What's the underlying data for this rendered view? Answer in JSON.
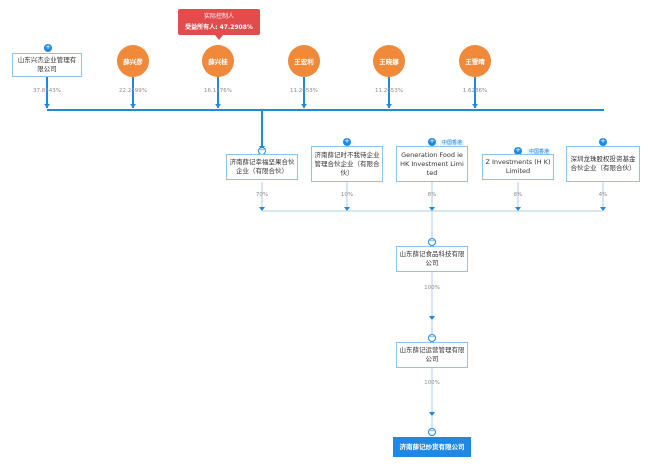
{
  "callout": {
    "title": "实际控制人",
    "beneficiary_label": "受益所有人:",
    "beneficiary_value": "47.2908%"
  },
  "top_shareholders": [
    {
      "name": "山东兴杰企业管理有限公司",
      "kind": "company",
      "pct": "37.8543%"
    },
    {
      "name": "薛兴彦",
      "kind": "person",
      "pct": "22.2499%"
    },
    {
      "name": "薛兴桂",
      "kind": "person",
      "pct": "16.1176%"
    },
    {
      "name": "王宏利",
      "kind": "person",
      "pct": "11.2653%"
    },
    {
      "name": "王晓娜",
      "kind": "person",
      "pct": "11.2653%"
    },
    {
      "name": "王雪晴",
      "kind": "person",
      "pct": "1.6286%"
    }
  ],
  "second_level": [
    {
      "name": "济南薛记幸福坚果合伙企业（有限合伙）",
      "pct": "70%",
      "tag": ""
    },
    {
      "name": "济南薛记时不我待企业管理合伙企业（有限合伙）",
      "pct": "10%",
      "tag": ""
    },
    {
      "name": "Generation Food ie HK Investment Limited",
      "pct": "8%",
      "tag": "中国香港"
    },
    {
      "name": "Z Investments (H K) Limited",
      "pct": "8%",
      "tag": "中国香港"
    },
    {
      "name": "深圳龙珠股权投资基金合伙企业（有限合伙）",
      "pct": "4%",
      "tag": ""
    }
  ],
  "chain": [
    {
      "name": "山东薛记食品科技有限公司",
      "pct": "100%"
    },
    {
      "name": "山东薛记运营管理有限公司",
      "pct": "100%"
    }
  ],
  "target": {
    "name": "济南薛记炒货有限公司"
  },
  "colors": {
    "accent": "#1e88e5",
    "person": "#f0893a",
    "callout": "#e24c4c",
    "line": "#1e88e5"
  }
}
